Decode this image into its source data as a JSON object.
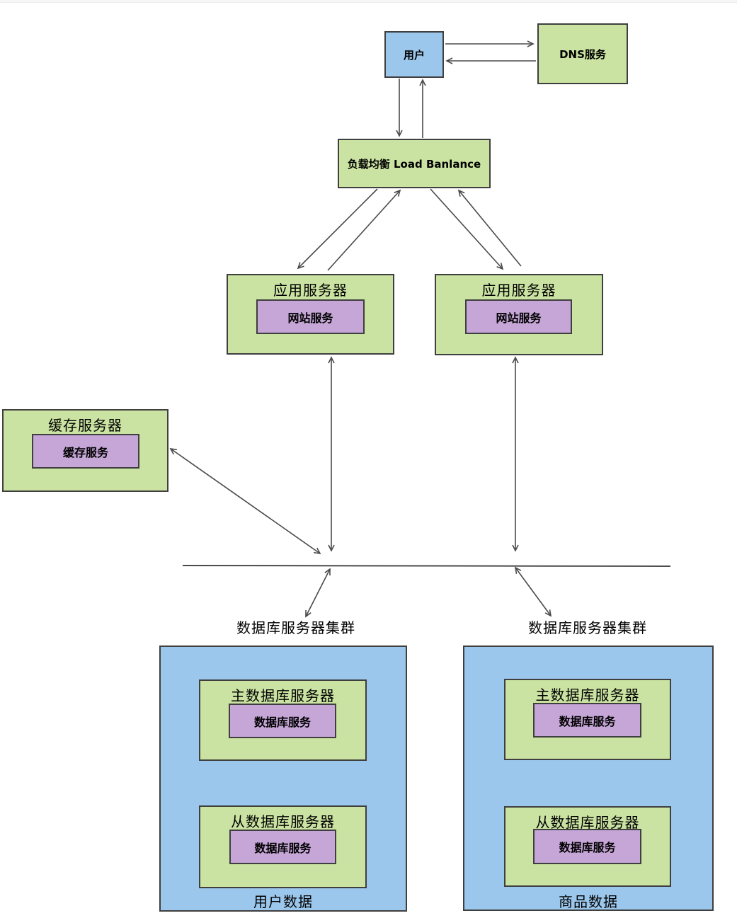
{
  "colors": {
    "green": "#cbe3a2",
    "blue": "#9cc7ec",
    "purple": "#c5a6d7",
    "border": "#3f3f3f",
    "arrow": "#4a4a4a"
  },
  "nodes": {
    "user": {
      "label": "用户"
    },
    "dns": {
      "label": "DNS服务"
    },
    "load_balancer": {
      "label": "负载均衡 Load Banlance"
    },
    "app_server_1": {
      "title": "应用服务器",
      "service": "网站服务"
    },
    "app_server_2": {
      "title": "应用服务器",
      "service": "网站服务"
    },
    "cache_server": {
      "title": "缓存服务器",
      "service": "缓存服务"
    },
    "db_cluster_left": {
      "label": "数据库服务器集群",
      "master_title": "主数据库服务器",
      "master_service": "数据库服务",
      "slave_title": "从数据库服务器",
      "slave_service": "数据库服务",
      "data_label": "用户数据"
    },
    "db_cluster_right": {
      "label": "数据库服务器集群",
      "master_title": "主数据库服务器",
      "master_service": "数据库服务",
      "slave_title": "从数据库服务器",
      "slave_service": "数据库服务",
      "data_label": "商品数据"
    }
  }
}
